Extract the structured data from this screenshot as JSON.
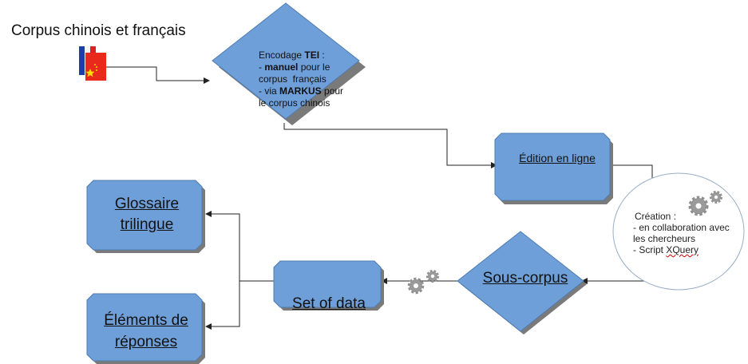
{
  "title": "Corpus chinois et français",
  "encodage": {
    "line1_prefix": "Encodage ",
    "line1_bold": "TEI",
    "line1_suffix": " :",
    "line2_prefix": "- ",
    "line2_bold": "manuel",
    "line2_suffix": " pour le",
    "line3": "corpus  français",
    "line4_prefix": "- via ",
    "line4_bold": "MARKUS",
    "line4_suffix": " pour",
    "line5": "le corpus chinois"
  },
  "edition": "Édition en ligne",
  "creation": {
    "title": "Création :",
    "item1": "- en collaboration avec",
    "item1b": "les chercheurs",
    "item2_prefix": "- Script ",
    "item2_term": "XQuery"
  },
  "sous_corpus": "Sous-corpus",
  "set_of_data": "Set of data",
  "glossaire": {
    "line1": "Glossaire",
    "line2": "trilingue"
  },
  "elements": {
    "line1": "Éléments de",
    "line2": "réponses"
  },
  "icons": [
    "flag-france-icon",
    "flag-china-icon",
    "gears-icon"
  ],
  "colors": {
    "shape_fill": "#6f9fd8",
    "shape_stroke": "#4f7cb0",
    "shadow": "#7a7a7a",
    "connector": "#222222"
  }
}
